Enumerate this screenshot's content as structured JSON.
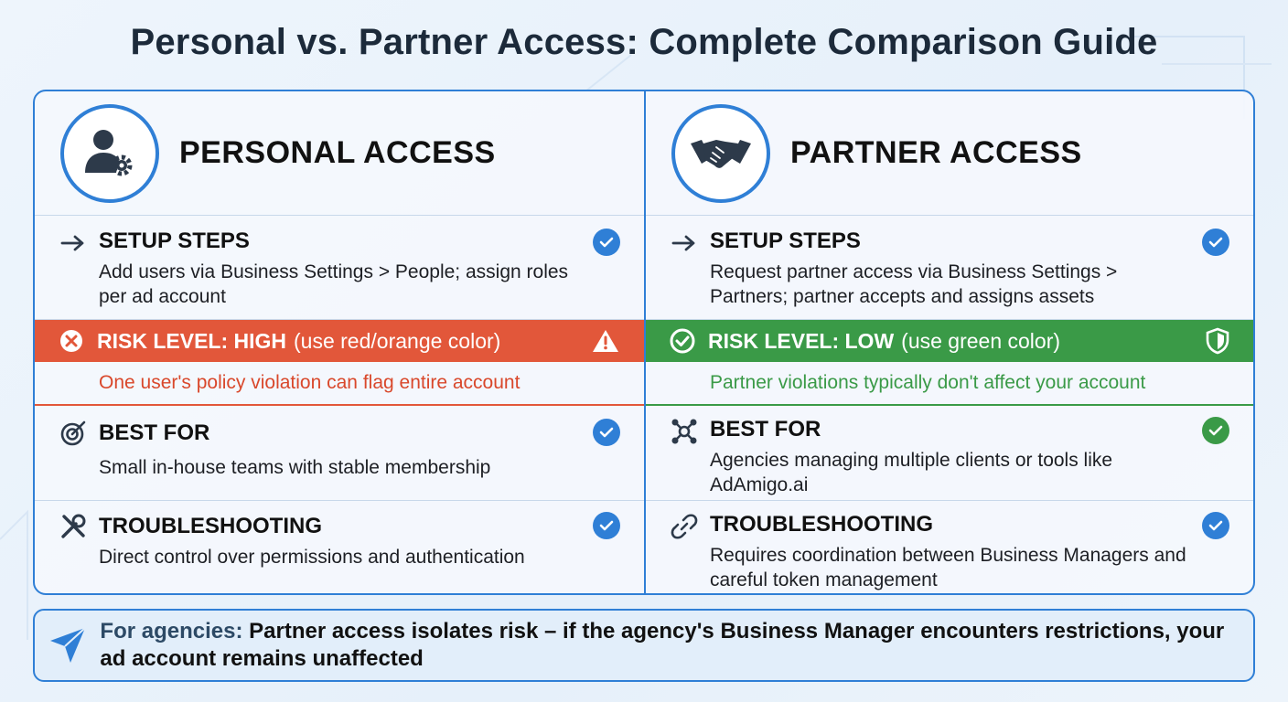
{
  "title": "Personal vs. Partner Access: Complete Comparison Guide",
  "colors": {
    "accent": "#2f7fd6",
    "check_blue": "#2f7fd6",
    "check_green": "#3a9a47",
    "risk_high": "#e2573a",
    "risk_high_text": "#d9482b",
    "risk_low": "#3a9a47",
    "risk_low_text": "#3a9a47"
  },
  "personal": {
    "title": "PERSONAL ACCESS",
    "icon": "user-gear-icon",
    "setup": {
      "heading": "SETUP STEPS",
      "body": "Add users via Business Settings > People; assign roles per ad account",
      "icon": "arrow-right-icon"
    },
    "risk": {
      "level": "RISK LEVEL: HIGH",
      "note": "(use red/orange color)",
      "desc": "One user's policy violation can flag entire account",
      "icon": "x-circle-icon",
      "badge_icon": "warning-triangle-icon"
    },
    "best_for": {
      "heading": "BEST FOR",
      "body": "Small in-house teams with stable membership",
      "icon": "target-icon"
    },
    "troubleshooting": {
      "heading": "TROUBLESHOOTING",
      "body": "Direct control over permissions and authentication",
      "icon": "tools-icon"
    }
  },
  "partner": {
    "title": "PARTNER ACCESS",
    "icon": "handshake-icon",
    "setup": {
      "heading": "SETUP STEPS",
      "body": "Request partner access via Business Settings > Partners; partner accepts and assigns assets",
      "icon": "arrow-right-icon"
    },
    "risk": {
      "level": "RISK LEVEL: LOW",
      "note": "(use green color)",
      "desc": "Partner violations typically don't affect your account",
      "icon": "check-circle-icon",
      "badge_icon": "shield-icon"
    },
    "best_for": {
      "heading": "BEST FOR",
      "body": "Agencies managing multiple clients or tools like AdAmigo.ai",
      "icon": "network-icon"
    },
    "troubleshooting": {
      "heading": "TROUBLESHOOTING",
      "body": "Requires coordination between Business Managers and careful token management",
      "icon": "link-icon"
    }
  },
  "footer": {
    "lead": "For agencies:",
    "text": "Partner access isolates risk – if the agency's Business Manager encounters restrictions, your ad account remains unaffected",
    "icon": "cursor-arrow-icon"
  }
}
